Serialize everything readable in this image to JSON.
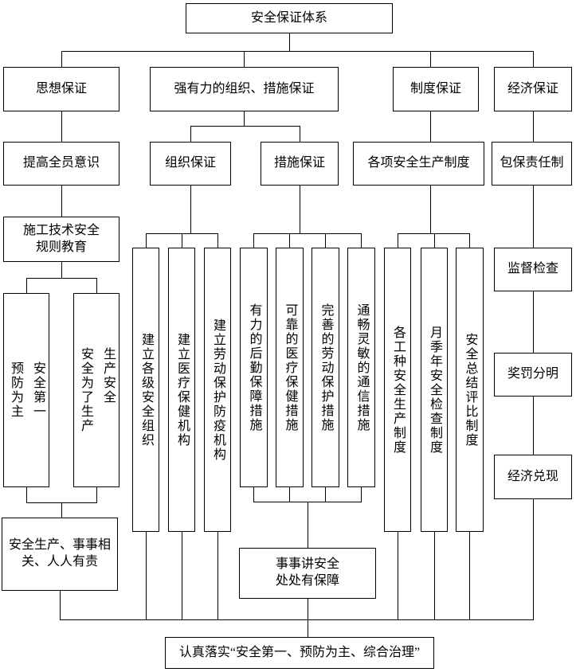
{
  "diagram": {
    "title": "安全保证体系",
    "line_color": "#000000",
    "background": "#ffffff"
  },
  "nodes": {
    "root": "安全保证体系",
    "ideology": "思想保证",
    "org_measure": "强有力的组织、措施保证",
    "system": "制度保证",
    "economy": "经济保证",
    "awareness": "提高全员意识",
    "org": "组织保证",
    "measure": "措施保证",
    "prod_systems": "各项安全生产制度",
    "baobao": "包保责任制",
    "tech_edu": "施工技术安全\n规则教育",
    "safety_first": "安全第一\n预防为主",
    "prod_safety": "生产安全\n安全为了生产",
    "org_c1": "建立各级安全组织",
    "org_c2": "建立医疗保健机构",
    "org_c3": "建立劳动保护防疫机构",
    "m_c1": "有力的后勤保障措施",
    "m_c2": "可靠的医疗保健措施",
    "m_c3": "完善的劳动保护措施",
    "m_c4": "通畅灵敏的通信措施",
    "s_c1": "各工种安全生产制度",
    "s_c2": "月季年安全检查制度",
    "s_c3": "安全总结评比制度",
    "supervision": "监督检查",
    "reward": "奖罚分明",
    "cash": "经济兑现",
    "everyone": "安全生产、事事相关、人人有责",
    "everywhere": "事事讲安全\n处处有保障",
    "final": "认真落实“安全第一、预防为主、综合治理”"
  }
}
